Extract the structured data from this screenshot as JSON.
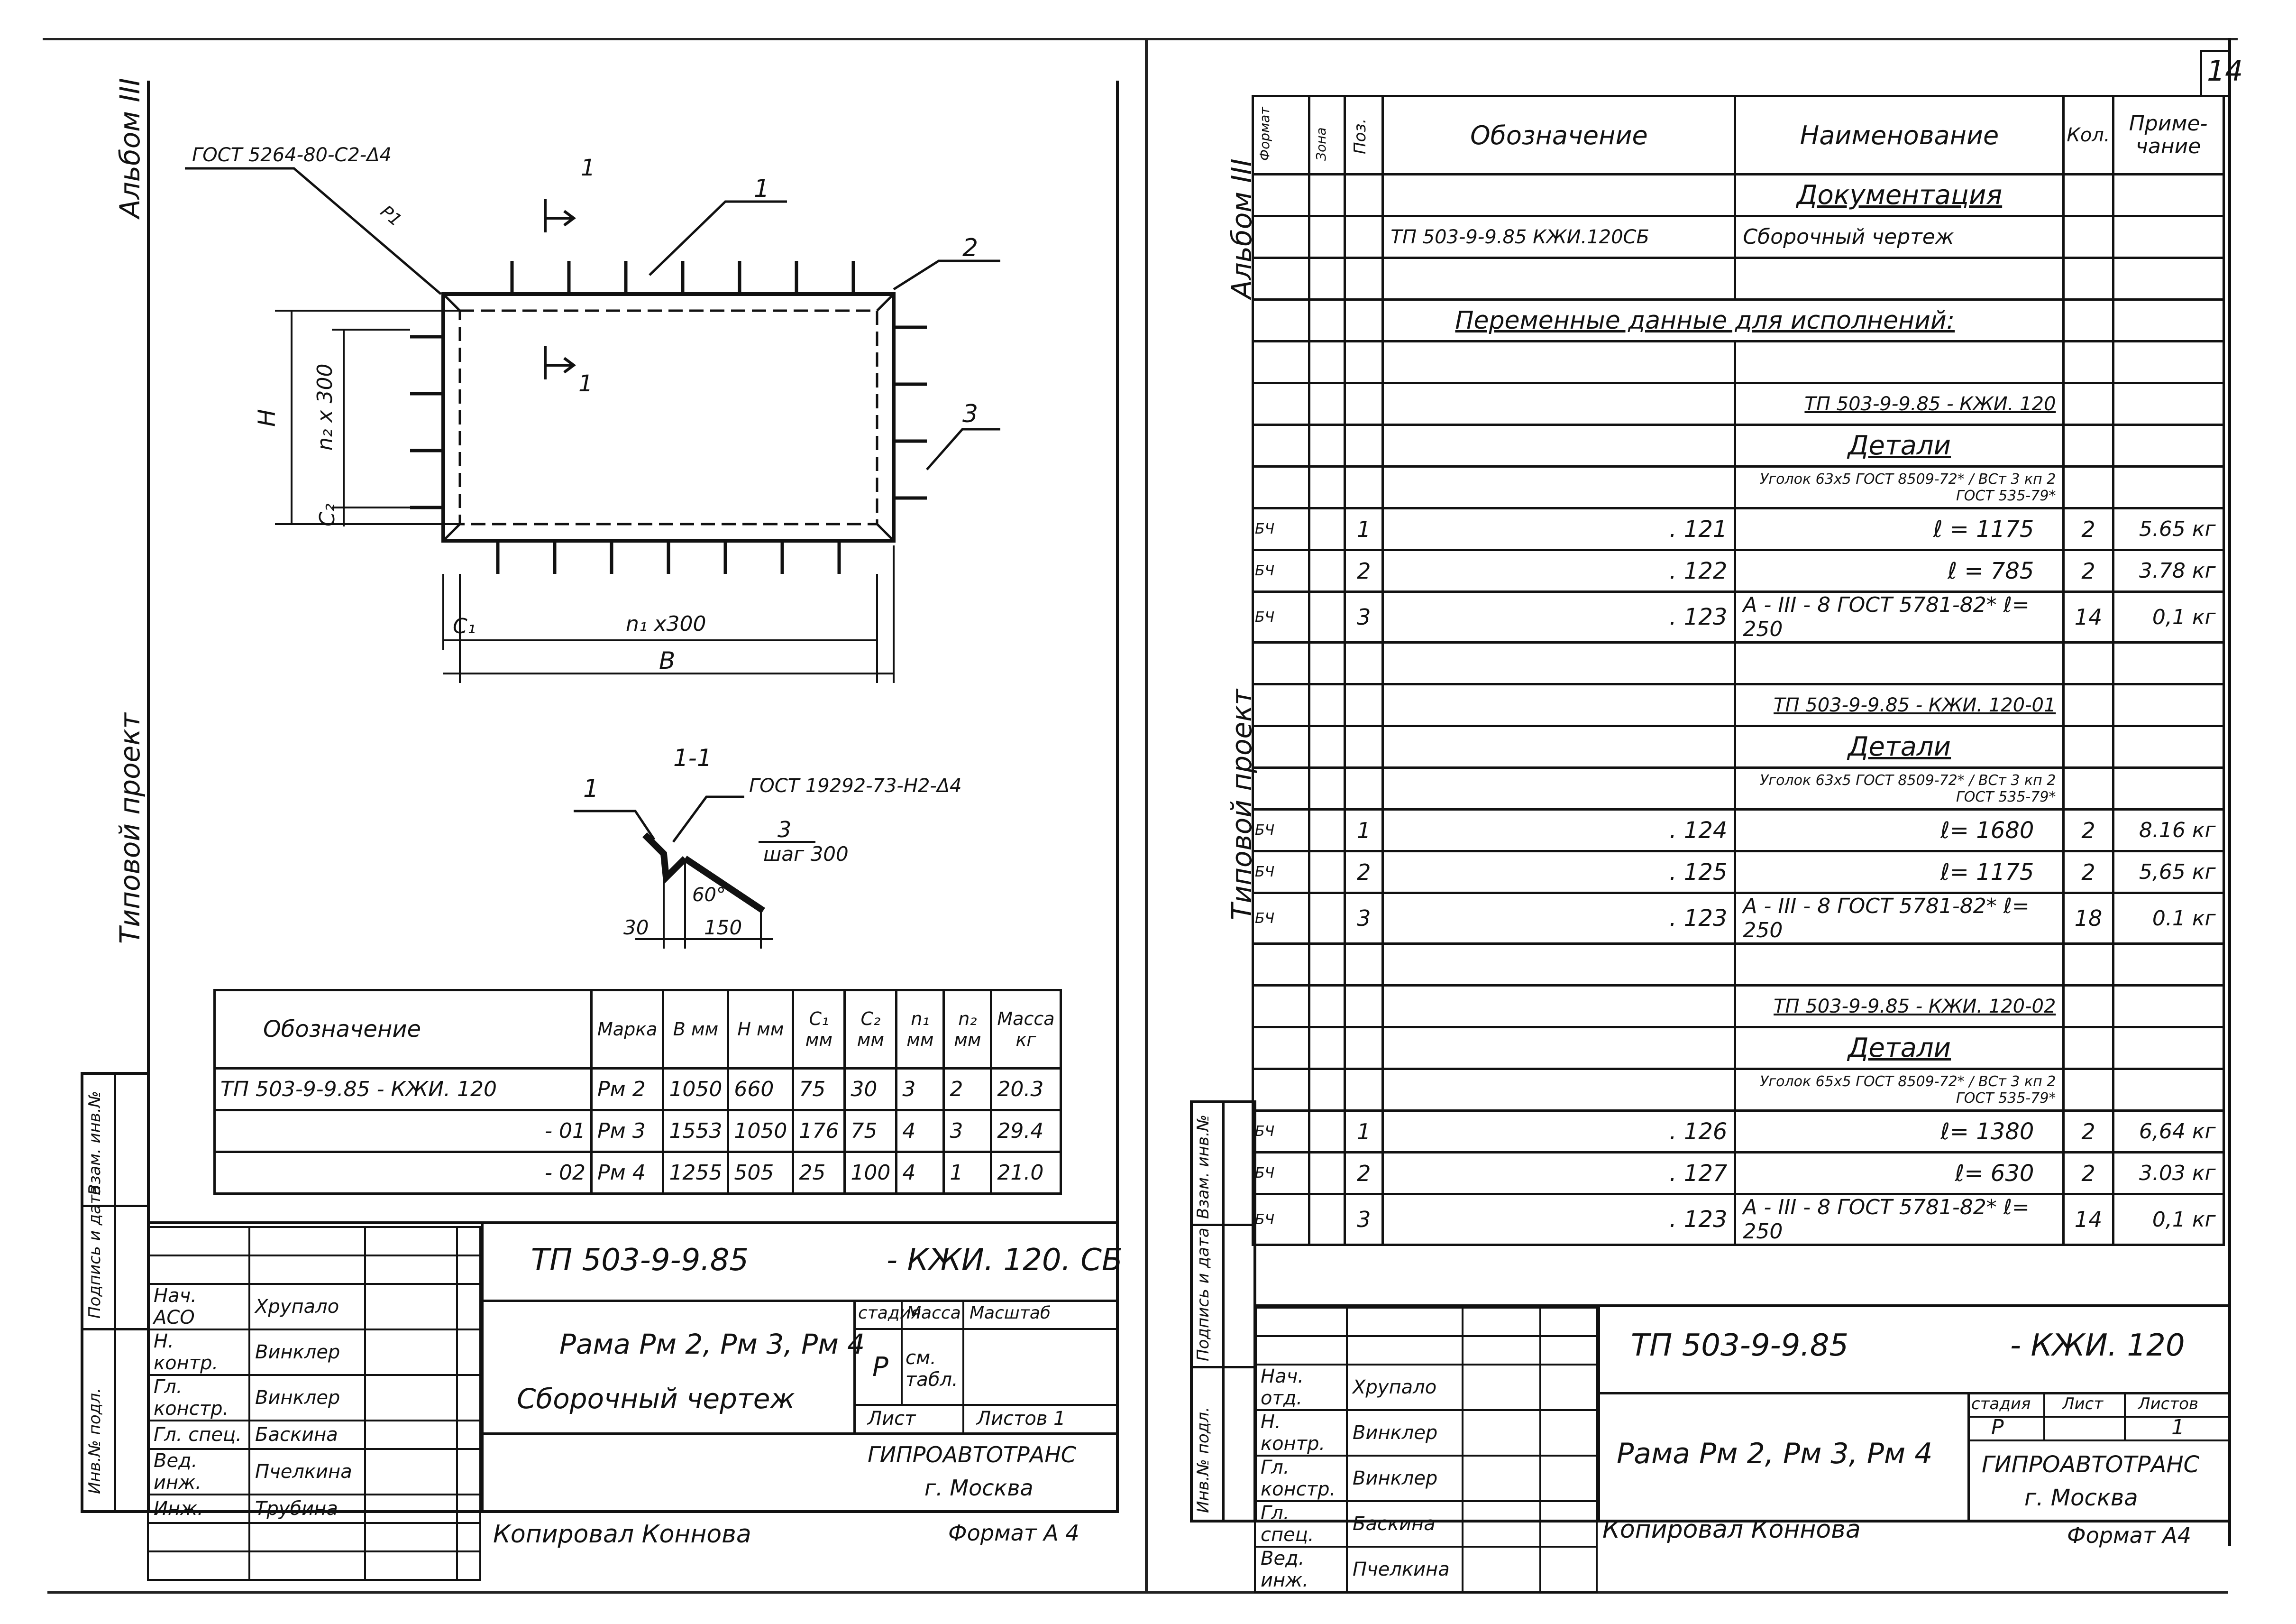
{
  "left": {
    "album": "Альбом III",
    "project_type": "Типовой проект",
    "drawing": {
      "weld_top": "ГОСТ 5264-80-С2-Δ4",
      "weld_top_sym": "Р1",
      "section_mark": "1",
      "pos1": "1",
      "pos2": "2",
      "pos3": "3",
      "dim_H": "H",
      "dim_n2": "n₂ x 300",
      "dim_c2": "C₂",
      "dim_c1": "C₁",
      "dim_n1": "n₁ x300",
      "dim_B": "B",
      "section_title": "1-1",
      "section_weld": "ГОСТ 19292-73-Н2-Δ4",
      "section_pos1": "1",
      "section_pos3": "3",
      "section_step": "шаг 300",
      "section_angle": "60°",
      "section_dim30": "30",
      "section_dim150": "150"
    },
    "var_table": {
      "headers": [
        "Обозначение",
        "Марка",
        "B мм",
        "H мм",
        "C₁ мм",
        "C₂ мм",
        "n₁ мм",
        "n₂ мм",
        "Масса кг"
      ],
      "rows": [
        [
          "ТП 503-9-9.85  - КЖИ. 120",
          "Рм 2",
          "1050",
          "660",
          "75",
          "30",
          "3",
          "2",
          "20.3"
        ],
        [
          "- 01",
          "Рм 3",
          "1553",
          "1050",
          "176",
          "75",
          "4",
          "3",
          "29.4"
        ],
        [
          "- 02",
          "Рм 4",
          "1255",
          "505",
          "25",
          "100",
          "4",
          "1",
          "21.0"
        ]
      ]
    },
    "side_stamp": [
      "Взам. инв.№",
      "Подпись и дата",
      "Инв.№ подл."
    ],
    "title_block": {
      "code": "ТП 503-9-9.85",
      "code_suffix": "- КЖИ. 120. СБ",
      "name_line1": "Рама Рм 2, Рм 3, Рм 4",
      "name_line2": "Сборочный чертеж",
      "stage_label": "стадия",
      "mass_label": "Масса",
      "scale_label": "Масштаб",
      "stage": "Р",
      "mass": "см. табл.",
      "sheet_label": "Лист",
      "sheets_label": "Листов 1",
      "org": "ГИПРОАВТОТРАНС",
      "city": "г. Москва",
      "roles": [
        {
          "role": "Нач. АСО",
          "name": "Хрупало"
        },
        {
          "role": "Н. контр.",
          "name": "Винклер"
        },
        {
          "role": "Гл. констр.",
          "name": "Винклер"
        },
        {
          "role": "Гл. спец.",
          "name": "Баскина"
        },
        {
          "role": "Вед. инж.",
          "name": "Пчелкина"
        },
        {
          "role": "Инж.",
          "name": "Трубина"
        }
      ]
    },
    "copied": "Копировал Коннова",
    "format": "Формат А 4"
  },
  "right": {
    "sheet_number": "14",
    "album": "Альбом III",
    "project_type": "Типовой проект",
    "spec_headers": {
      "format": "Формат",
      "zone": "Зона",
      "pos": "Поз.",
      "designation": "Обозначение",
      "name": "Наименование",
      "qty": "Кол.",
      "note": "Приме-чание"
    },
    "rows": [
      {
        "f": "",
        "p": "",
        "d": "",
        "n": "Документация",
        "q": "",
        "note": "",
        "style": "header"
      },
      {
        "f": "",
        "p": "",
        "d": "ТП 503-9-9.85   КЖИ.120СБ",
        "n": "Сборочный чертеж",
        "q": "",
        "note": ""
      },
      {
        "f": "",
        "p": "",
        "d": "",
        "n": "",
        "q": "",
        "note": ""
      },
      {
        "f": "",
        "p": "",
        "d": "Переменные данные для исполнений:",
        "n": "",
        "q": "",
        "note": "",
        "style": "span"
      },
      {
        "f": "",
        "p": "",
        "d": "",
        "n": "",
        "q": "",
        "note": ""
      },
      {
        "f": "",
        "p": "",
        "d": "",
        "n": "ТП 503-9-9.85  - КЖИ. 120",
        "q": "",
        "note": "",
        "style": "under"
      },
      {
        "f": "",
        "p": "",
        "d": "",
        "n": "Детали",
        "q": "",
        "note": "",
        "style": "header"
      },
      {
        "f": "",
        "p": "",
        "d": "",
        "n": "Уголок 63х5 ГОСТ 8509-72* / ВСт 3 кп 2 ГОСТ 535-79*",
        "q": "",
        "note": "",
        "style": "small"
      },
      {
        "f": "БЧ",
        "p": "1",
        "d": ". 121",
        "n": "ℓ = 1175",
        "q": "2",
        "note": "5.65 кг"
      },
      {
        "f": "БЧ",
        "p": "2",
        "d": ". 122",
        "n": "ℓ = 785",
        "q": "2",
        "note": "3.78 кг"
      },
      {
        "f": "БЧ",
        "p": "3",
        "d": ". 123",
        "n": "А - III - 8 ГОСТ 5781-82* ℓ= 250",
        "q": "14",
        "note": "0,1 кг"
      },
      {
        "f": "",
        "p": "",
        "d": "",
        "n": "",
        "q": "",
        "note": ""
      },
      {
        "f": "",
        "p": "",
        "d": "",
        "n": "ТП 503-9-9.85 - КЖИ. 120-01",
        "q": "",
        "note": "",
        "style": "under"
      },
      {
        "f": "",
        "p": "",
        "d": "",
        "n": "Детали",
        "q": "",
        "note": "",
        "style": "header"
      },
      {
        "f": "",
        "p": "",
        "d": "",
        "n": "Уголок 63х5 ГОСТ 8509-72* / ВСт 3 кп 2 ГОСТ 535-79*",
        "q": "",
        "note": "",
        "style": "small"
      },
      {
        "f": "БЧ",
        "p": "1",
        "d": ". 124",
        "n": "ℓ= 1680",
        "q": "2",
        "note": "8.16 кг"
      },
      {
        "f": "БЧ",
        "p": "2",
        "d": ". 125",
        "n": "ℓ= 1175",
        "q": "2",
        "note": "5,65 кг"
      },
      {
        "f": "БЧ",
        "p": "3",
        "d": ". 123",
        "n": "А - III - 8  ГОСТ 5781-82* ℓ= 250",
        "q": "18",
        "note": "0.1 кг"
      },
      {
        "f": "",
        "p": "",
        "d": "",
        "n": "",
        "q": "",
        "note": ""
      },
      {
        "f": "",
        "p": "",
        "d": "",
        "n": "ТП 503-9-9.85  - КЖИ. 120-02",
        "q": "",
        "note": "",
        "style": "under"
      },
      {
        "f": "",
        "p": "",
        "d": "",
        "n": "Детали",
        "q": "",
        "note": "",
        "style": "header"
      },
      {
        "f": "",
        "p": "",
        "d": "",
        "n": "Уголок 65х5 ГОСТ 8509-72* / ВСт 3 кп 2 ГОСТ 535-79*",
        "q": "",
        "note": "",
        "style": "small"
      },
      {
        "f": "БЧ",
        "p": "1",
        "d": ". 126",
        "n": "ℓ= 1380",
        "q": "2",
        "note": "6,64 кг"
      },
      {
        "f": "БЧ",
        "p": "2",
        "d": ". 127",
        "n": "ℓ= 630",
        "q": "2",
        "note": "3.03 кг"
      },
      {
        "f": "БЧ",
        "p": "3",
        "d": ". 123",
        "n": "А - III - 8 ГОСТ 5781-82* ℓ= 250",
        "q": "14",
        "note": "0,1 кг"
      }
    ],
    "side_stamp": [
      "Взам. инв.№",
      "Подпись и дата",
      "Инв.№ подл."
    ],
    "title_block": {
      "code": "ТП 503-9-9.85",
      "code_suffix": "- КЖИ. 120",
      "name": "Рама Рм 2, Рм 3, Рм 4",
      "stage_label": "стадия",
      "sheet_label": "Лист",
      "sheets_label": "Листов",
      "stage": "Р",
      "sheets": "1",
      "org": "ГИПРОАВТОТРАНС",
      "city": "г. Москва",
      "roles": [
        {
          "role": "Нач. отд.",
          "name": "Хрупало"
        },
        {
          "role": "Н. контр.",
          "name": "Винклер"
        },
        {
          "role": "Гл. констр.",
          "name": "Винклер"
        },
        {
          "role": "Гл. спец.",
          "name": "Баскина"
        },
        {
          "role": "Вед. инж.",
          "name": "Пчелкина"
        }
      ]
    },
    "copied": "Копировал Коннова",
    "format": "Формат А4"
  }
}
